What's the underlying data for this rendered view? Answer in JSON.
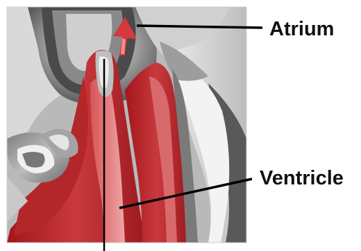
{
  "diagram": {
    "labels": {
      "atrium": "Atrium",
      "ventricle": "Ventricle"
    },
    "colors": {
      "blood_red": "#c0262b",
      "dark_red": "#8e1b1f",
      "light_red": "#e07e80",
      "tissue_gray": "#9a9a9a",
      "dark_gray": "#575757",
      "light_gray": "#d7d7d7",
      "leader_line": "#000000"
    },
    "icons": [
      "flow-arrow"
    ]
  }
}
